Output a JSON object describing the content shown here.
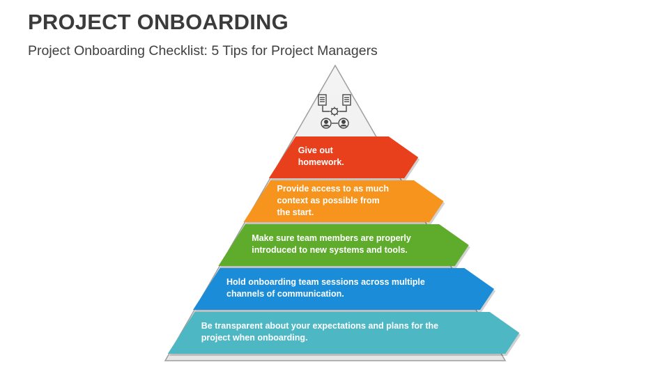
{
  "header": {
    "title": "PROJECT ONBOARDING",
    "subtitle": "Project Onboarding Checklist: 5 Tips for Project Managers"
  },
  "pyramid": {
    "top_icon": "team-process-icon",
    "outline_color": "#9e9e9e",
    "fill_color": "#ececec",
    "tiers": [
      {
        "lines": [
          "Give out",
          "homework."
        ],
        "color": "#e8401c"
      },
      {
        "lines": [
          "Provide access to as much",
          "context as possible from",
          "the start."
        ],
        "color": "#f7941d"
      },
      {
        "lines": [
          "Make sure team members are properly",
          "introduced to new systems and tools."
        ],
        "color": "#5fac2d"
      },
      {
        "lines": [
          "Hold onboarding team sessions across multiple",
          "channels of communication."
        ],
        "color": "#1b8dd8"
      },
      {
        "lines": [
          "Be transparent about your expectations and plans for the",
          "project when onboarding."
        ],
        "color": "#4db8c4"
      }
    ]
  }
}
